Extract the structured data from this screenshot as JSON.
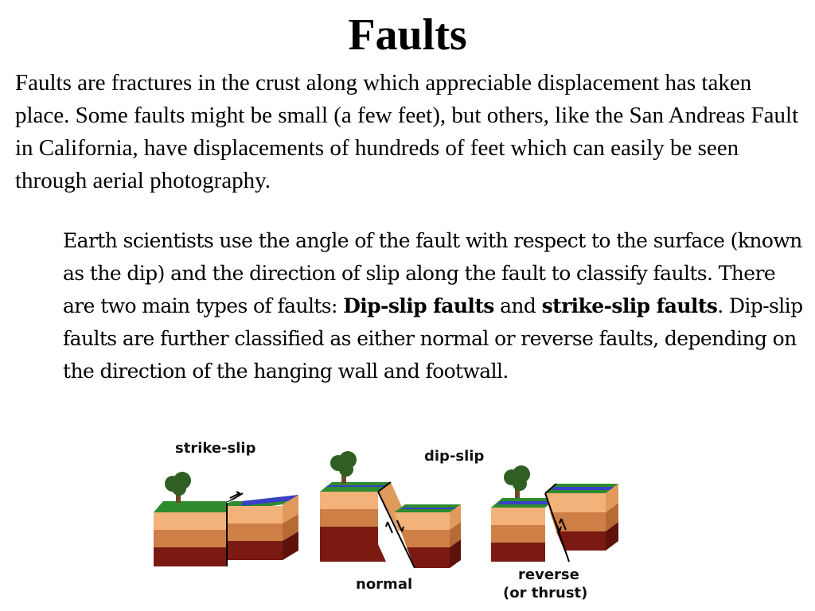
{
  "title": "Faults",
  "intro": "Faults are fractures in the crust along which appreciable displacement has taken place. Some faults might be small (a few feet), but others, like the San Andreas Fault in California, have displacements of hundreds of feet which can easily be seen through aerial photography.",
  "body": {
    "part1": "Earth scientists use the angle of the fault with respect to the surface (known as the dip) and the direction of slip along the fault to classify faults. There are two main types of faults: ",
    "term1": "Dip-slip faults",
    "and": " and ",
    "term2": "strike-slip faults",
    "part2": ". Dip-slip faults are further classified as either normal or reverse faults, depending on the direction of the hanging wall and footwall."
  },
  "diagram": {
    "label_strike_slip": "strike-slip",
    "label_dip_slip": "dip-slip",
    "label_normal": "normal",
    "label_reverse": "reverse",
    "label_thrust": "(or thrust)",
    "colors": {
      "grass": "#2e8b2e",
      "water": "#3a3fc8",
      "layer_light": "#f2b27a",
      "layer_mid": "#cd7f45",
      "layer_dark": "#7a1a12",
      "tree": "#2f5f22",
      "trunk": "#6b4a2a"
    }
  }
}
